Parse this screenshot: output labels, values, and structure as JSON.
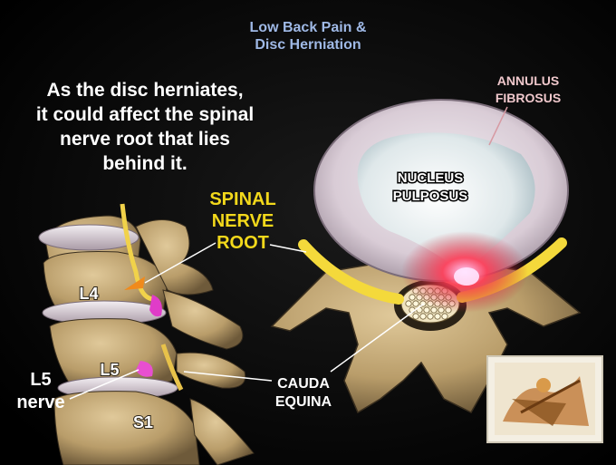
{
  "title_line1": "Low Back Pain &",
  "title_line2": "Disc Herniation",
  "caption_lines": [
    "As the disc herniates,",
    "it could affect the spinal",
    "nerve root that lies",
    "behind it."
  ],
  "labels": {
    "annulus_1": "ANNULUS",
    "annulus_2": "FIBROSUS",
    "nucleus_1": "NUCLEUS",
    "nucleus_2": "PULPOSUS",
    "spinal_1": "SPINAL",
    "spinal_2": "NERVE",
    "spinal_3": "ROOT",
    "l4": "L4",
    "l5": "L5",
    "l5_nerve_1": "L5",
    "l5_nerve_2": "nerve",
    "s1": "S1",
    "cauda_1": "CAUDA",
    "cauda_2": "EQUINA"
  },
  "colors": {
    "background": "#000000",
    "title_blue": "#9fb9e6",
    "caption_white": "#ffffff",
    "spinal_yellow": "#f2d81b",
    "annulus_pink": "#f0c8cc",
    "bone": "#c7ad7c",
    "disc": "#e6e0e8",
    "nerve": "#f1d24a",
    "herniation_red": "#e0323c"
  },
  "icons": [
    "spine-illustration-icon",
    "disc-cross-section-icon",
    "logo-thumbnail-icon"
  ]
}
